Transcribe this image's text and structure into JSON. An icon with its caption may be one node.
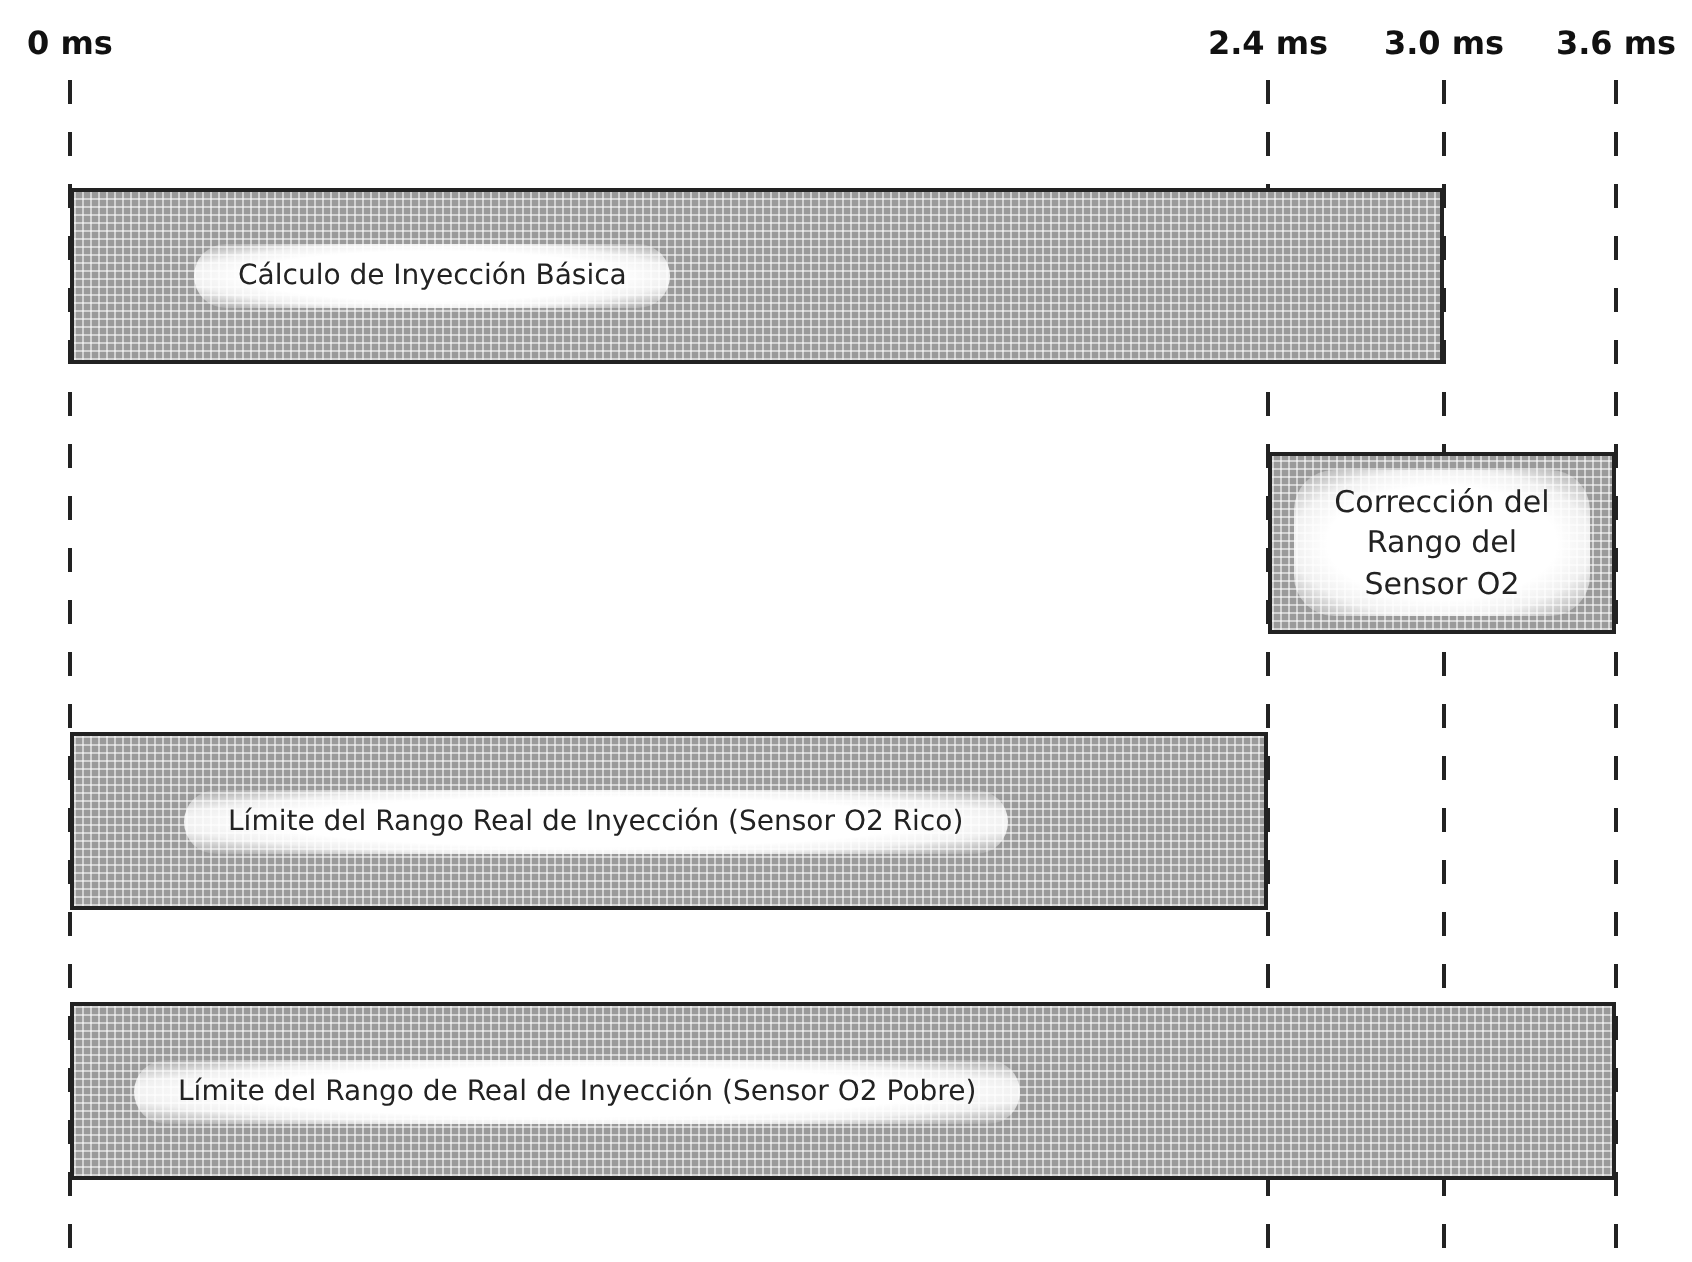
{
  "diagram": {
    "nodes": [
      {
        "text": [
          "Cálculo de Inyección Básica"
        ]
      },
      {
        "text": [
          "Corrección del Rango del Sensor O2"
        ]
      },
      {
        "text": [
          "Límite del Rango Real de Inyección (Sensor O2 Rico)"
        ]
      },
      {
        "text": [
          "Límite del Rango de Real de Inyección (Sensor O2 Pobre)"
        ]
      }
    ],
    "labels": [
      "0 ms",
      "2.4 ms",
      "3.0 ms",
      "3.6 ms"
    ]
  }
}
